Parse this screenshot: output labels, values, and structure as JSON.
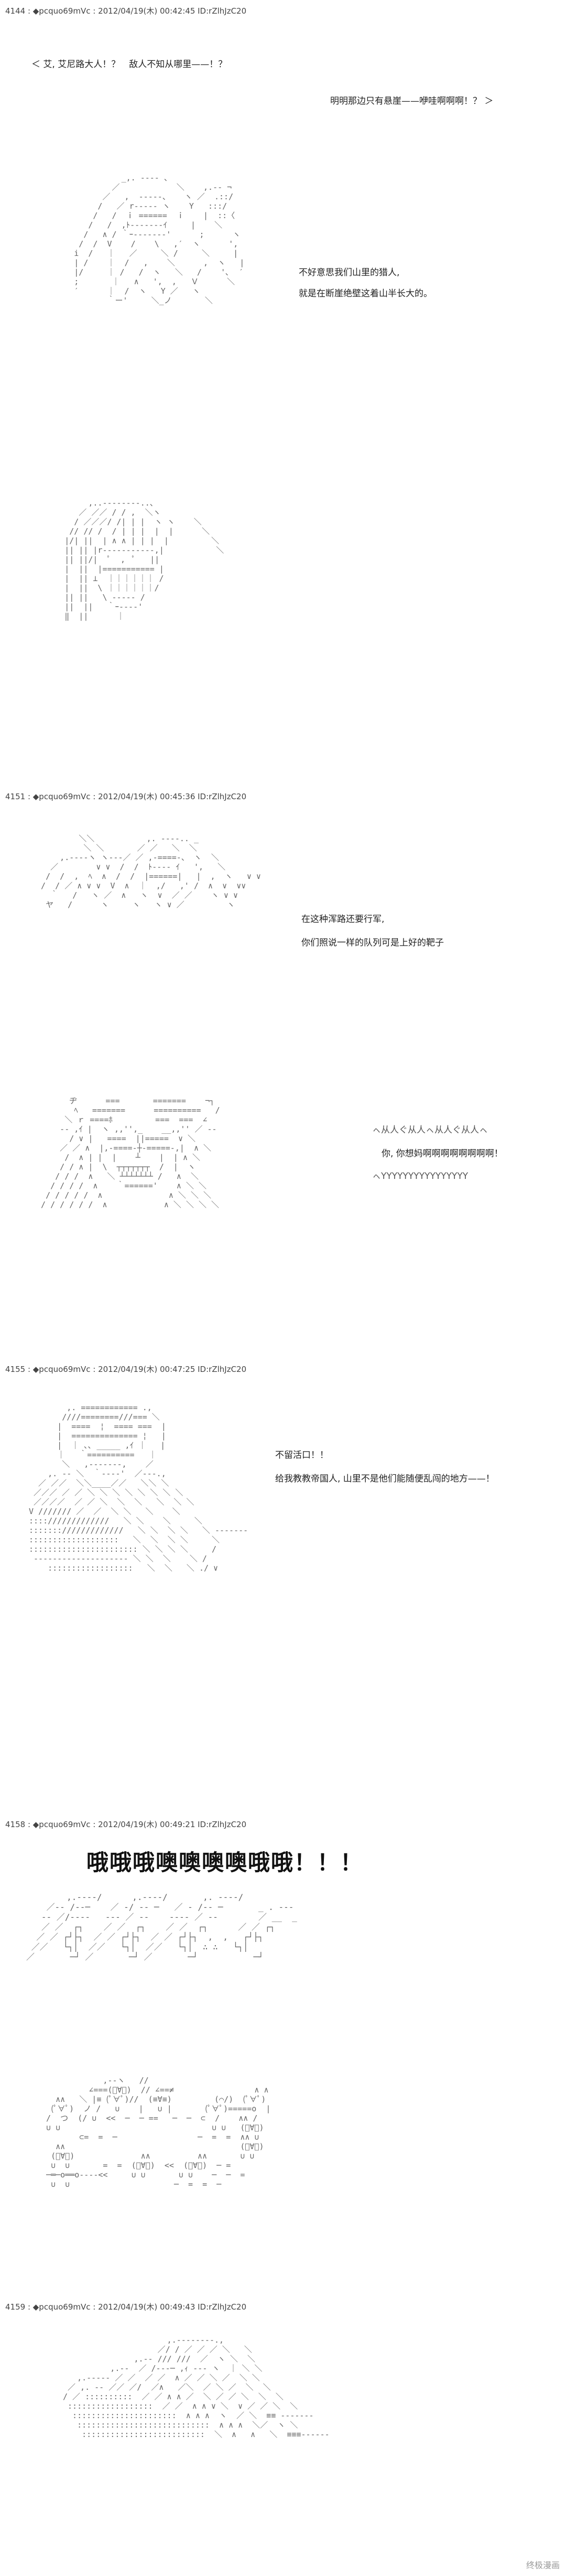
{
  "posts": [
    {
      "header": "4144 : ◆pcquo69mVc : 2012/04/19(木) 00:42:45 ID:rZlhJzC20",
      "lines": [
        "＜ 艾, 艾尼路大人！？　敌人不知从哪里——！？",
        "明明那边只有悬崖——咿哇啊啊啊！？ ＞",
        "不好意思我们山里的猎人,",
        "就是在断崖绝壁这着山半长大的。"
      ]
    },
    {
      "header": "4151 : ◆pcquo69mVc : 2012/04/19(木) 00:45:36 ID:rZlhJzC20",
      "lines": [
        "在这种浑路还要行军,",
        "你们照说一样的队列可是上好的靶子",
        "ㇸ从人ぐ从人ㇸ从人ぐ从人ㇸ",
        "你, 你想妈啊啊啊啊啊啊啊啊！",
        "ㇸYYYYYYYYYYYYYYYY"
      ]
    },
    {
      "header": "4155 : ◆pcquo69mVc : 2012/04/19(木) 00:47:25 ID:rZlhJzC20",
      "lines": [
        "不留活口！！",
        "给我教教帝国人, 山里不是他们能随便乱闯的地方——！"
      ]
    },
    {
      "header": "4158 : ◆pcquo69mVc : 2012/04/19(木) 00:49:21 ID:rZlhJzC20",
      "shout": "哦哦哦噢噢噢噢哦哦！！！"
    },
    {
      "header": "4159 : ◆pcquo69mVc : 2012/04/19(木) 00:49:43 ID:rZlhJzC20"
    }
  ],
  "watermark": "终极漫画"
}
